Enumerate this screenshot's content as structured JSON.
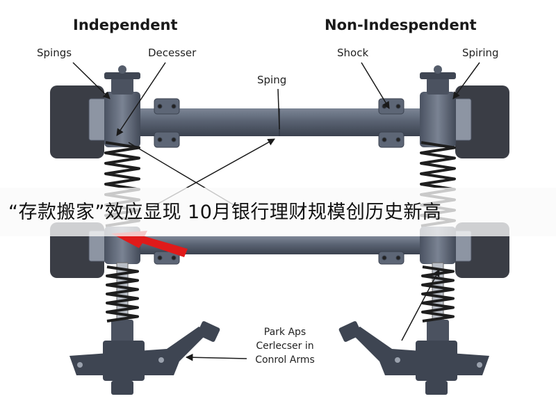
{
  "diagram": {
    "headers": {
      "left": "Independent",
      "right": "Non-Indespendent"
    },
    "labels": {
      "springs_left": "Spings",
      "decesser": "Decesser",
      "spring_center": "Sping",
      "shock": "Shock",
      "spring_right": "Spiring",
      "note": "Park Aps Cerlecser in Conrol Arms"
    },
    "colors": {
      "metal": "#5a6373",
      "metal_dark": "#3e4552",
      "tire": "#3a3d45",
      "spring": "#1e1e1e",
      "arrow": "#e01a1a",
      "line": "#1a1a1a"
    }
  },
  "banner": {
    "text": "“存款搬家”效应显现 10月银行理财规模创历史新高"
  }
}
